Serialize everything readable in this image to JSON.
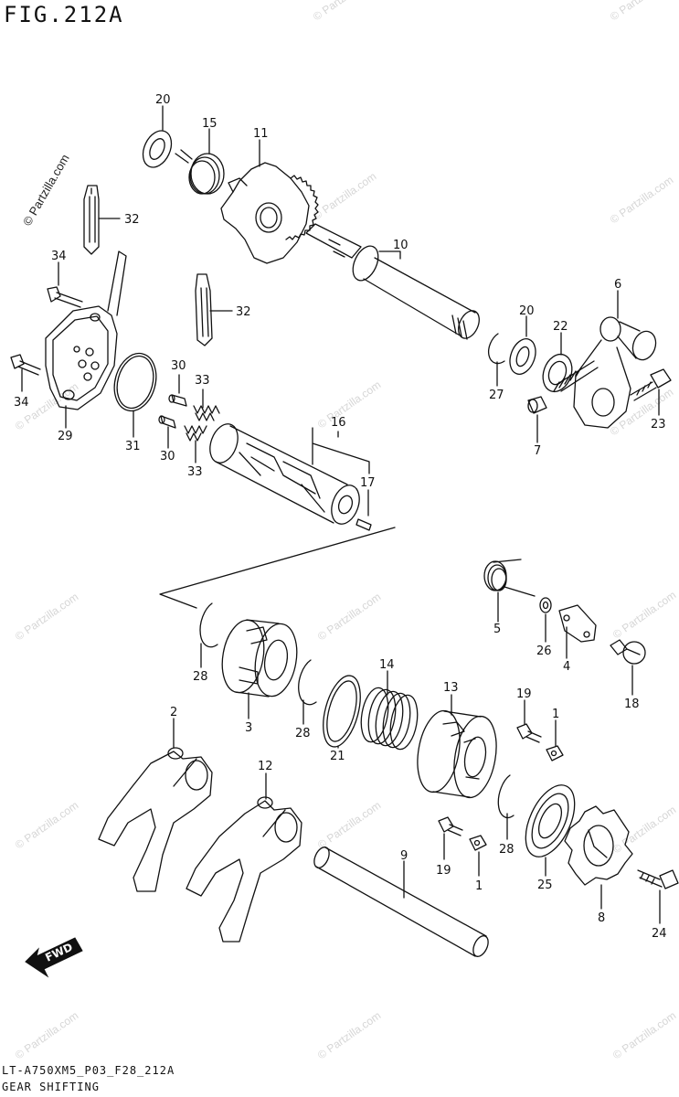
{
  "figure": {
    "title": "FIG.212A"
  },
  "footer": {
    "code": "LT-A750XM5_P03_F28_212A",
    "caption": "GEAR SHIFTING"
  },
  "watermark": {
    "text": "© Partzilla.com"
  },
  "fwd": {
    "label": "FWD"
  },
  "callouts": [
    {
      "id": "c20a",
      "label": "20"
    },
    {
      "id": "c15",
      "label": "15"
    },
    {
      "id": "c11",
      "label": "11"
    },
    {
      "id": "c32a",
      "label": "32"
    },
    {
      "id": "c10",
      "label": "10"
    },
    {
      "id": "c34a",
      "label": "34"
    },
    {
      "id": "c32b",
      "label": "32"
    },
    {
      "id": "c6",
      "label": "6"
    },
    {
      "id": "c20b",
      "label": "20"
    },
    {
      "id": "c22",
      "label": "22"
    },
    {
      "id": "c34b",
      "label": "34"
    },
    {
      "id": "c30a",
      "label": "30"
    },
    {
      "id": "c33a",
      "label": "33"
    },
    {
      "id": "c27",
      "label": "27"
    },
    {
      "id": "c23",
      "label": "23"
    },
    {
      "id": "c29",
      "label": "29"
    },
    {
      "id": "c31",
      "label": "31"
    },
    {
      "id": "c16",
      "label": "16"
    },
    {
      "id": "c7",
      "label": "7"
    },
    {
      "id": "c30b",
      "label": "30"
    },
    {
      "id": "c33b",
      "label": "33"
    },
    {
      "id": "c17",
      "label": "17"
    },
    {
      "id": "c5",
      "label": "5"
    },
    {
      "id": "c26",
      "label": "26"
    },
    {
      "id": "c4",
      "label": "4"
    },
    {
      "id": "c28a",
      "label": "28"
    },
    {
      "id": "c14",
      "label": "14"
    },
    {
      "id": "c13",
      "label": "13"
    },
    {
      "id": "c18",
      "label": "18"
    },
    {
      "id": "c3",
      "label": "3"
    },
    {
      "id": "c28b",
      "label": "28"
    },
    {
      "id": "c19a",
      "label": "19"
    },
    {
      "id": "c1a",
      "label": "1"
    },
    {
      "id": "c2",
      "label": "2"
    },
    {
      "id": "c21",
      "label": "21"
    },
    {
      "id": "c12",
      "label": "12"
    },
    {
      "id": "c9",
      "label": "9"
    },
    {
      "id": "c19b",
      "label": "19"
    },
    {
      "id": "c28c",
      "label": "28"
    },
    {
      "id": "c25",
      "label": "25"
    },
    {
      "id": "c1b",
      "label": "1"
    },
    {
      "id": "c8",
      "label": "8"
    },
    {
      "id": "c24",
      "label": "24"
    }
  ]
}
